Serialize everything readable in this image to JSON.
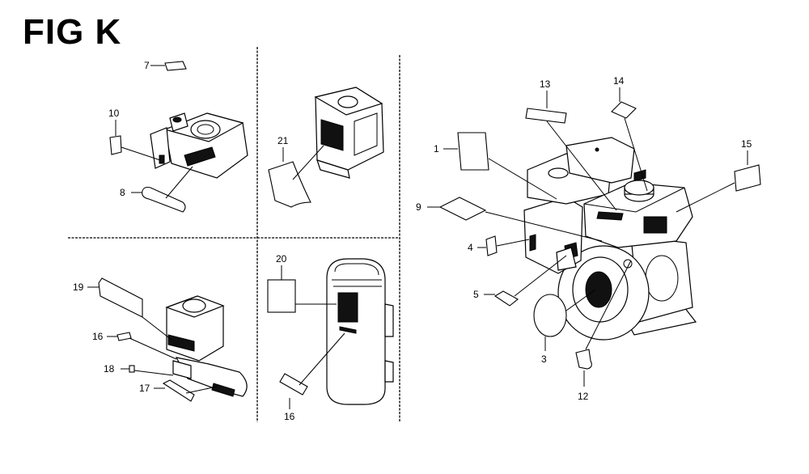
{
  "figure": {
    "title": "FIG K"
  },
  "callouts": {
    "c1": "1",
    "c3": "3",
    "c4": "4",
    "c5": "5",
    "c7": "7",
    "c8": "8",
    "c9": "9",
    "c10": "10",
    "c12": "12",
    "c13": "13",
    "c14": "14",
    "c15": "15",
    "c16a": "16",
    "c16b": "16",
    "c17": "17",
    "c18": "18",
    "c19": "19",
    "c20": "20",
    "c21": "21"
  }
}
